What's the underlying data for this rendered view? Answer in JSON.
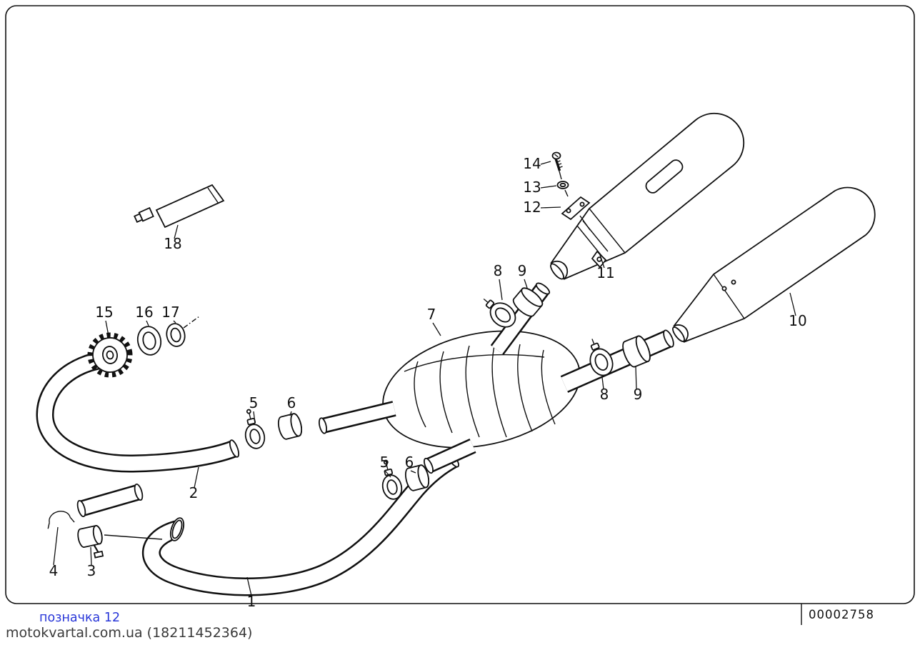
{
  "diagram": {
    "drawing_number": "00002758"
  },
  "watermark": {
    "label": "позначка 12",
    "label_color": "#2836d8",
    "site": "motokvartal.com.ua (18211452364)",
    "site_color": "#3a3a3a"
  },
  "colors": {
    "background": "#ffffff",
    "line": "#111111"
  },
  "callouts": [
    {
      "label": "1"
    },
    {
      "label": "2"
    },
    {
      "label": "3"
    },
    {
      "label": "4"
    },
    {
      "label": "5"
    },
    {
      "label": "6"
    },
    {
      "label": "5"
    },
    {
      "label": "6"
    },
    {
      "label": "7"
    },
    {
      "label": "8"
    },
    {
      "label": "9"
    },
    {
      "label": "8"
    },
    {
      "label": "9"
    },
    {
      "label": "10"
    },
    {
      "label": "11"
    },
    {
      "label": "12"
    },
    {
      "label": "13"
    },
    {
      "label": "14"
    },
    {
      "label": "15"
    },
    {
      "label": "16"
    },
    {
      "label": "17"
    },
    {
      "label": "18"
    }
  ]
}
